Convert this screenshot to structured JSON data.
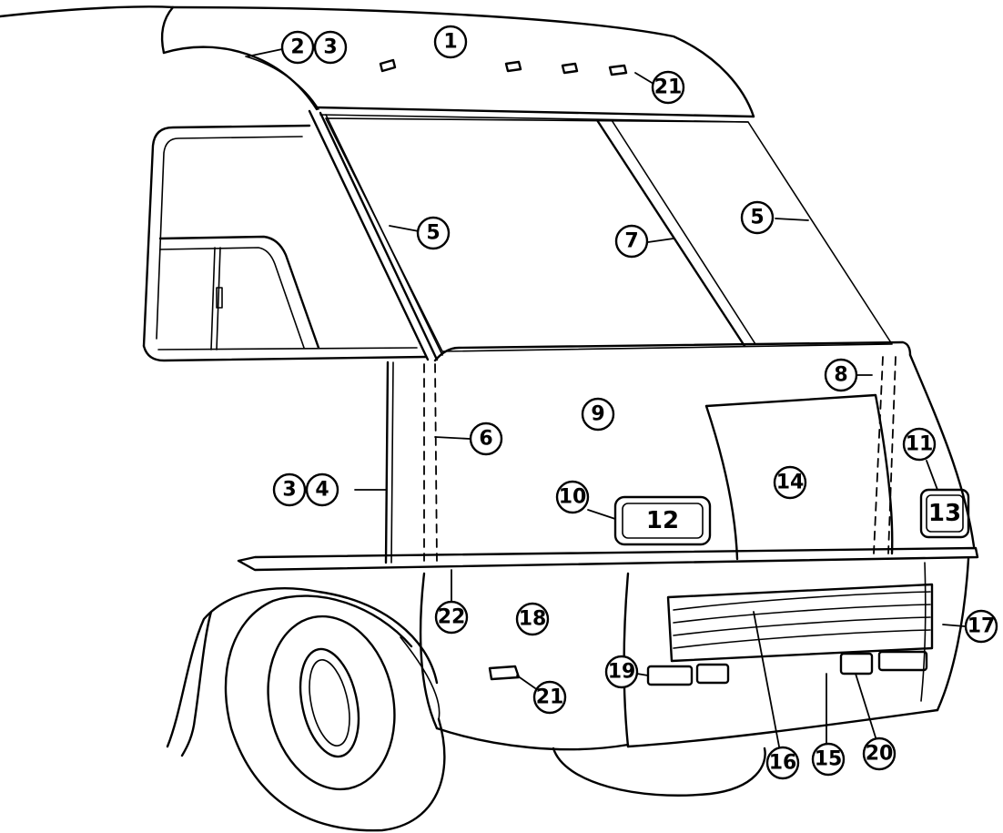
{
  "callouts": [
    "1",
    "2",
    "3",
    "3",
    "4",
    "5",
    "5",
    "6",
    "7",
    "8",
    "9",
    "10",
    "11",
    "14",
    "15",
    "16",
    "17",
    "18",
    "19",
    "20",
    "21",
    "21",
    "22"
  ],
  "plates": [
    "12",
    "13"
  ]
}
